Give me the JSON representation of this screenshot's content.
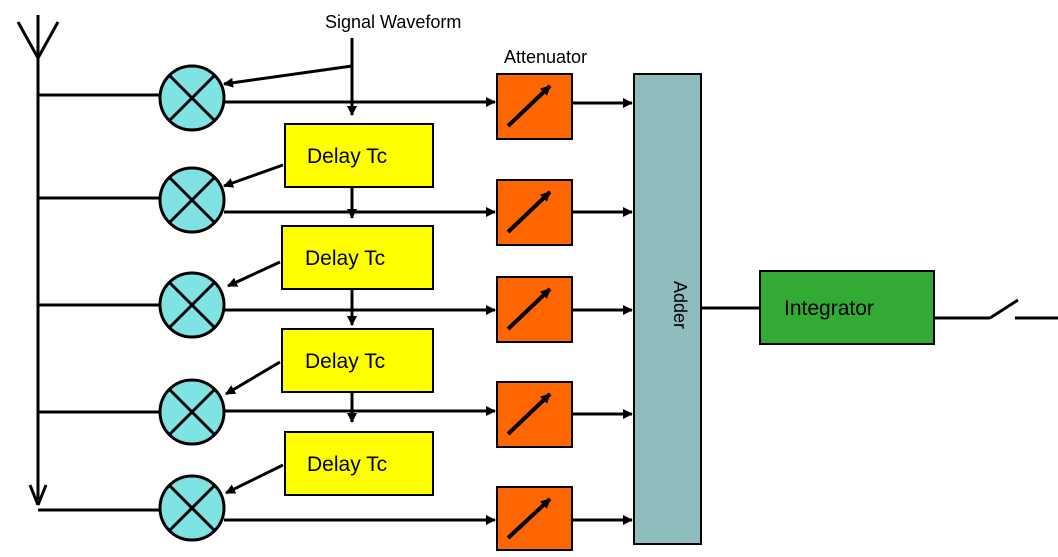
{
  "labels": {
    "signal_waveform": "Signal Waveform",
    "attenuator": "Attenuator",
    "delay": "Delay Tc",
    "adder": "Adder",
    "integrator": "Integrator"
  },
  "colors": {
    "mixer_fill": "#7fe3e3",
    "delay_fill": "#ffff00",
    "attenuator_fill": "#ff6600",
    "adder_fill": "#8fbcbc",
    "integrator_fill": "#33aa33"
  }
}
